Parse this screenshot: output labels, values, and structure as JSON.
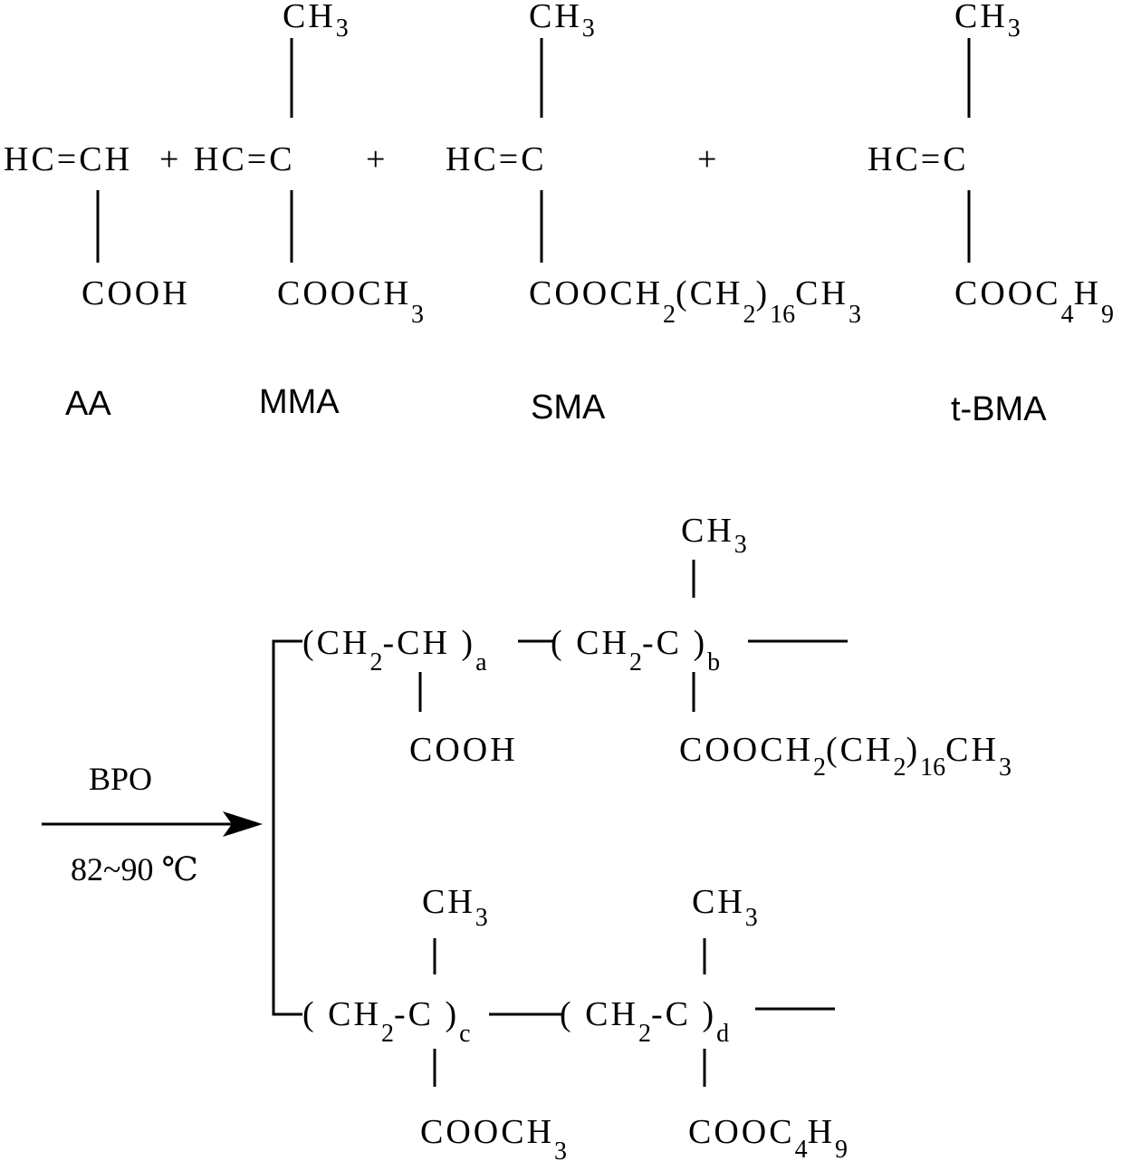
{
  "reactants": {
    "aa": {
      "top": "",
      "chain": "HC=CH",
      "side": "COOH",
      "label": "AA"
    },
    "mma": {
      "top": "CH3",
      "chain": "HC=C",
      "side": "COOCH3",
      "label": "MMA"
    },
    "sma": {
      "top": "CH3",
      "chain": "HC=C",
      "side": "COOCH2(CH2)16CH3",
      "label": "SMA"
    },
    "tbma": {
      "top": "CH3",
      "chain": "HC=C",
      "side": "COOC4H9",
      "label": "t-BMA"
    },
    "plus": "+"
  },
  "conditions": {
    "reagent": "BPO",
    "temperature": "82~90 ℃"
  },
  "product": {
    "unit_a": {
      "repeat": "(CH2-CH)",
      "subscript": "a",
      "side": "COOH"
    },
    "unit_b": {
      "repeat": "(CH2-C)",
      "subscript": "b",
      "top": "CH3",
      "side": "COOCH2(CH2)16CH3"
    },
    "unit_c": {
      "repeat": "(CH2-C)",
      "subscript": "c",
      "top": "CH3",
      "side": "COOCH3"
    },
    "unit_d": {
      "repeat": "(CH2-C)",
      "subscript": "d",
      "top": "CH3",
      "side": "COOC4H9"
    }
  }
}
